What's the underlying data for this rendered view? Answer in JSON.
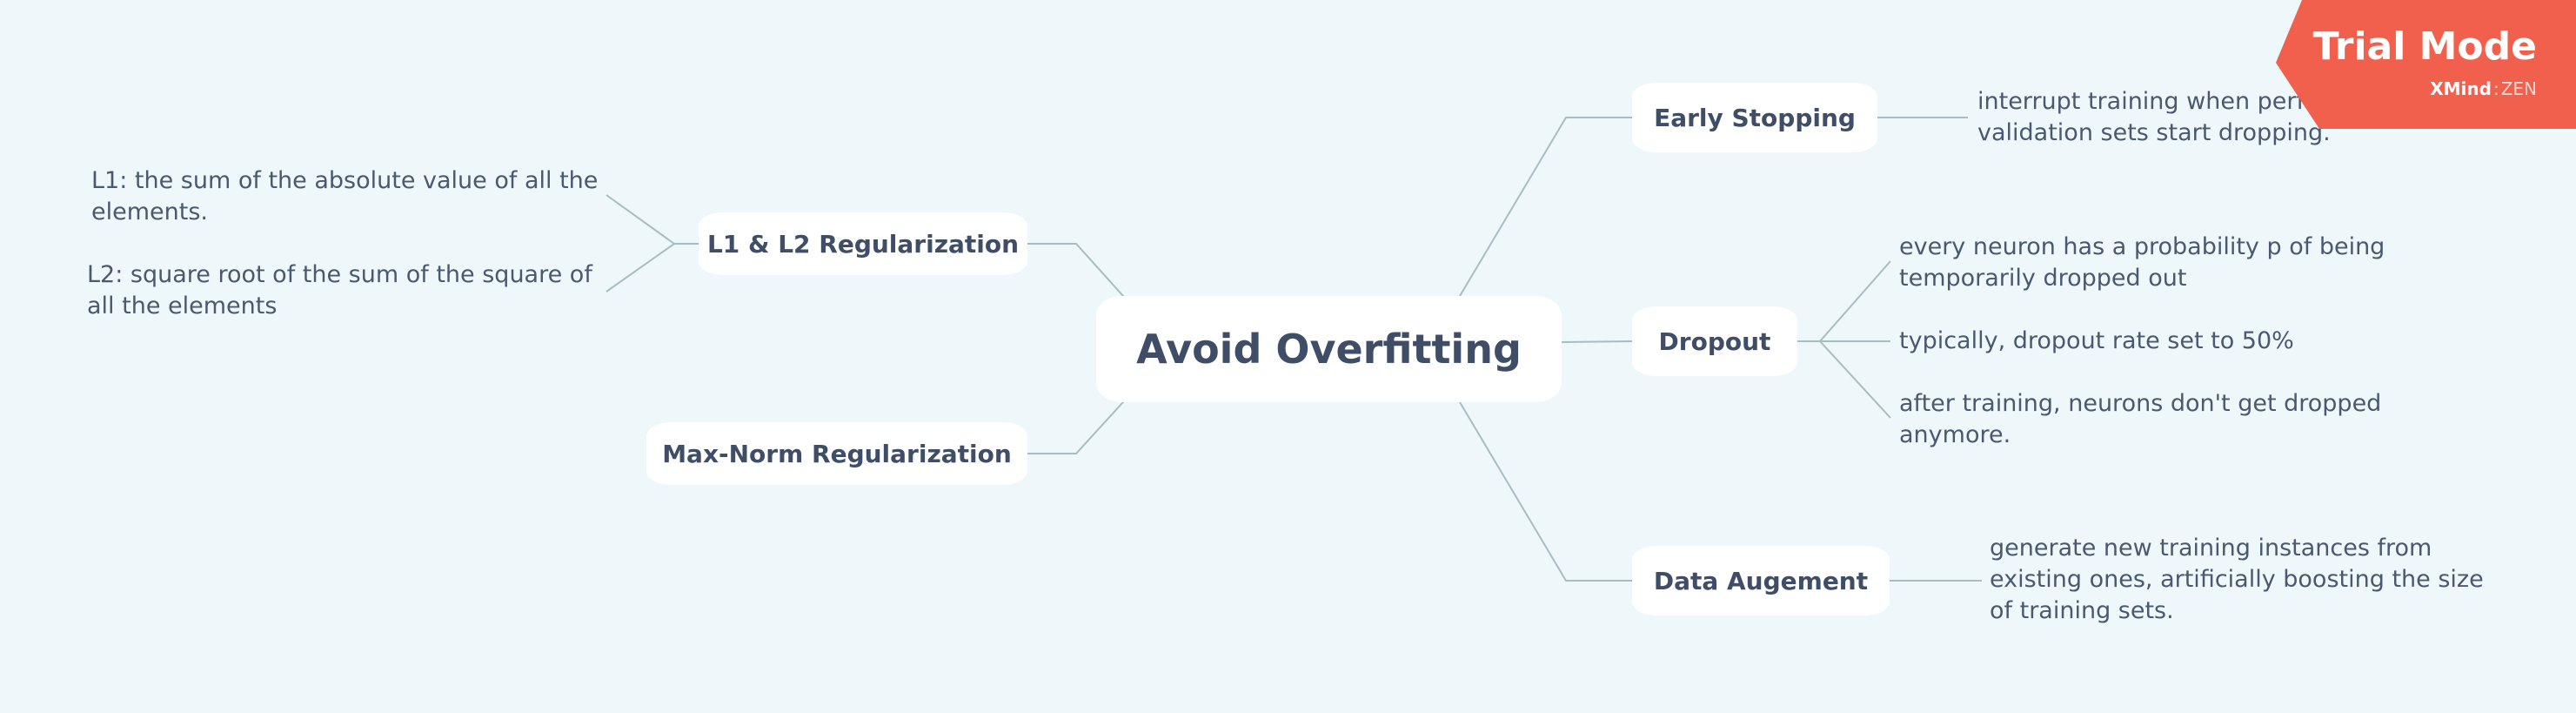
{
  "mindmap": {
    "central": "Avoid Overfitting",
    "topics": [
      {
        "label": "L1 & L2 Regularization",
        "details": [
          "L1: the sum of the absolute value of all the\nelements.",
          "L2: square root of the sum of the square of\nall the elements"
        ]
      },
      {
        "label": "Max-Norm Regularization",
        "details": []
      },
      {
        "label": "Early Stopping",
        "details": [
          "interrupt training when performance on\nvalidation sets start dropping."
        ]
      },
      {
        "label": "Dropout",
        "details": [
          "every neuron has a probability p of being\ntemporarily dropped out",
          "typically, dropout rate set to 50%",
          "after training, neurons don't get dropped\nanymore."
        ]
      },
      {
        "label": "Data Augement",
        "details": [
          "generate new training instances from\nexisting ones, artificially boosting the size\nof training sets."
        ]
      }
    ]
  },
  "watermark": {
    "title": "Trial Mode",
    "brand": "XMind",
    "separator": ":",
    "edition": "ZEN"
  },
  "colors": {
    "background": "#eef7f9",
    "node_fill": "#ffffff",
    "node_text": "#3f4e66",
    "leaf_text": "#4a5870",
    "connector": "#a9bcc2",
    "watermark_fill": "#f0604d"
  }
}
